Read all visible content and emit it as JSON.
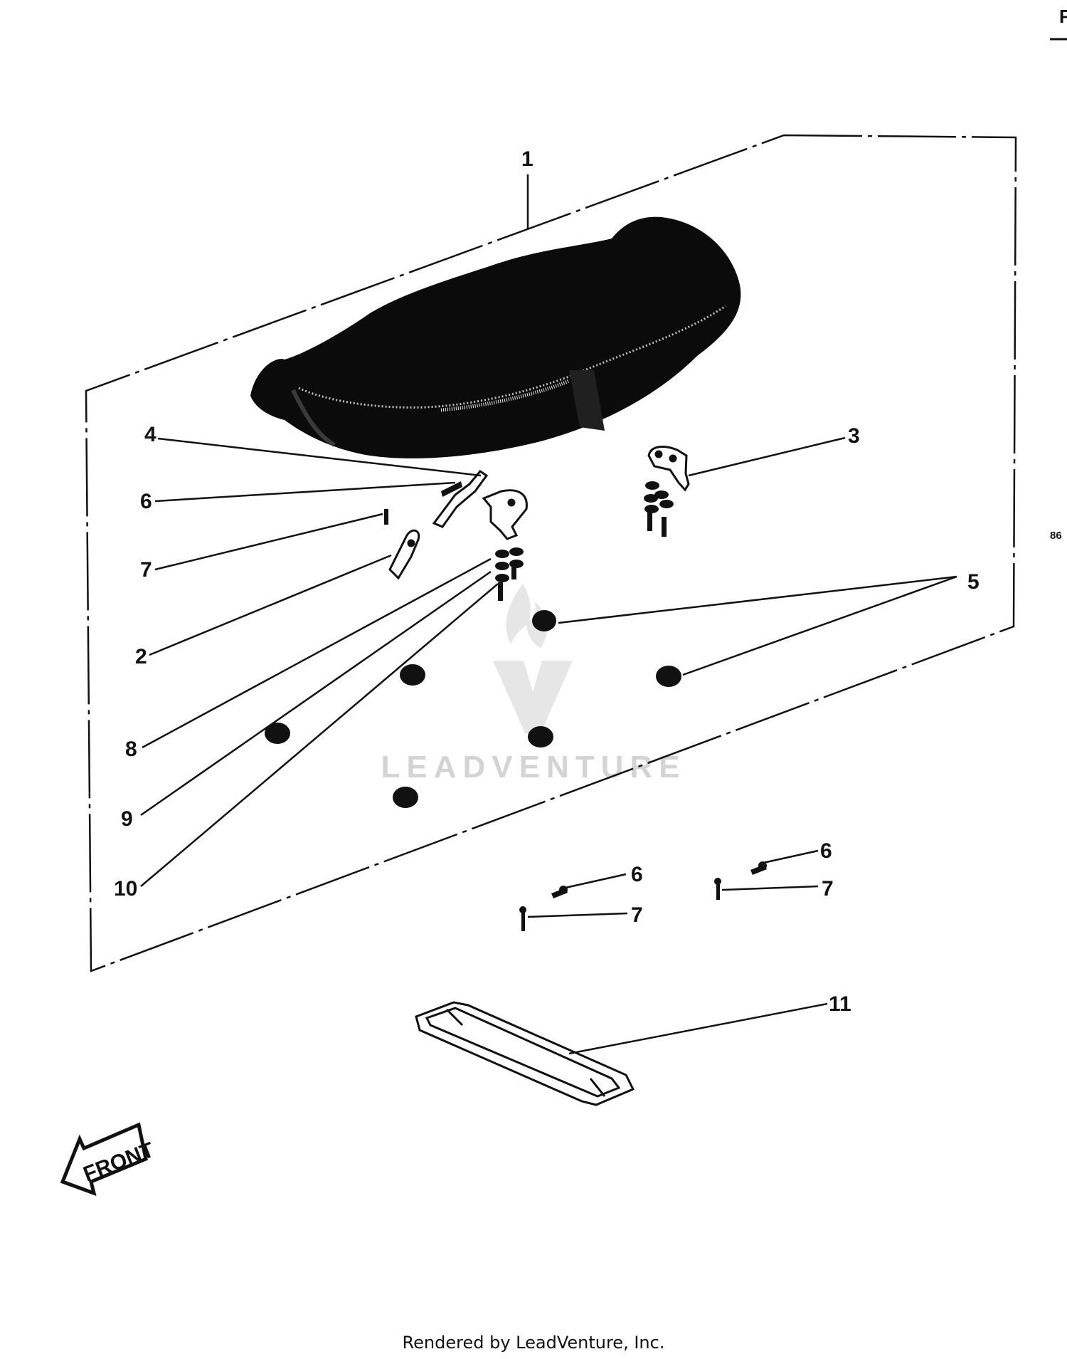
{
  "page_code": "F",
  "side_code": "86",
  "watermark": "LEADVENTURE",
  "footer": "Rendered by LeadVenture, Inc.",
  "front_label": "FRONT",
  "callouts": [
    {
      "id": "c1",
      "text": "1"
    },
    {
      "id": "c2",
      "text": "2"
    },
    {
      "id": "c3",
      "text": "3"
    },
    {
      "id": "c4",
      "text": "4"
    },
    {
      "id": "c5",
      "text": "5"
    },
    {
      "id": "c6a",
      "text": "6"
    },
    {
      "id": "c6b",
      "text": "6"
    },
    {
      "id": "c6c",
      "text": "6"
    },
    {
      "id": "c7a",
      "text": "7"
    },
    {
      "id": "c7b",
      "text": "7"
    },
    {
      "id": "c7c",
      "text": "7"
    },
    {
      "id": "c8",
      "text": "8"
    },
    {
      "id": "c9",
      "text": "9"
    },
    {
      "id": "c10",
      "text": "10"
    },
    {
      "id": "c11",
      "text": "11"
    }
  ]
}
